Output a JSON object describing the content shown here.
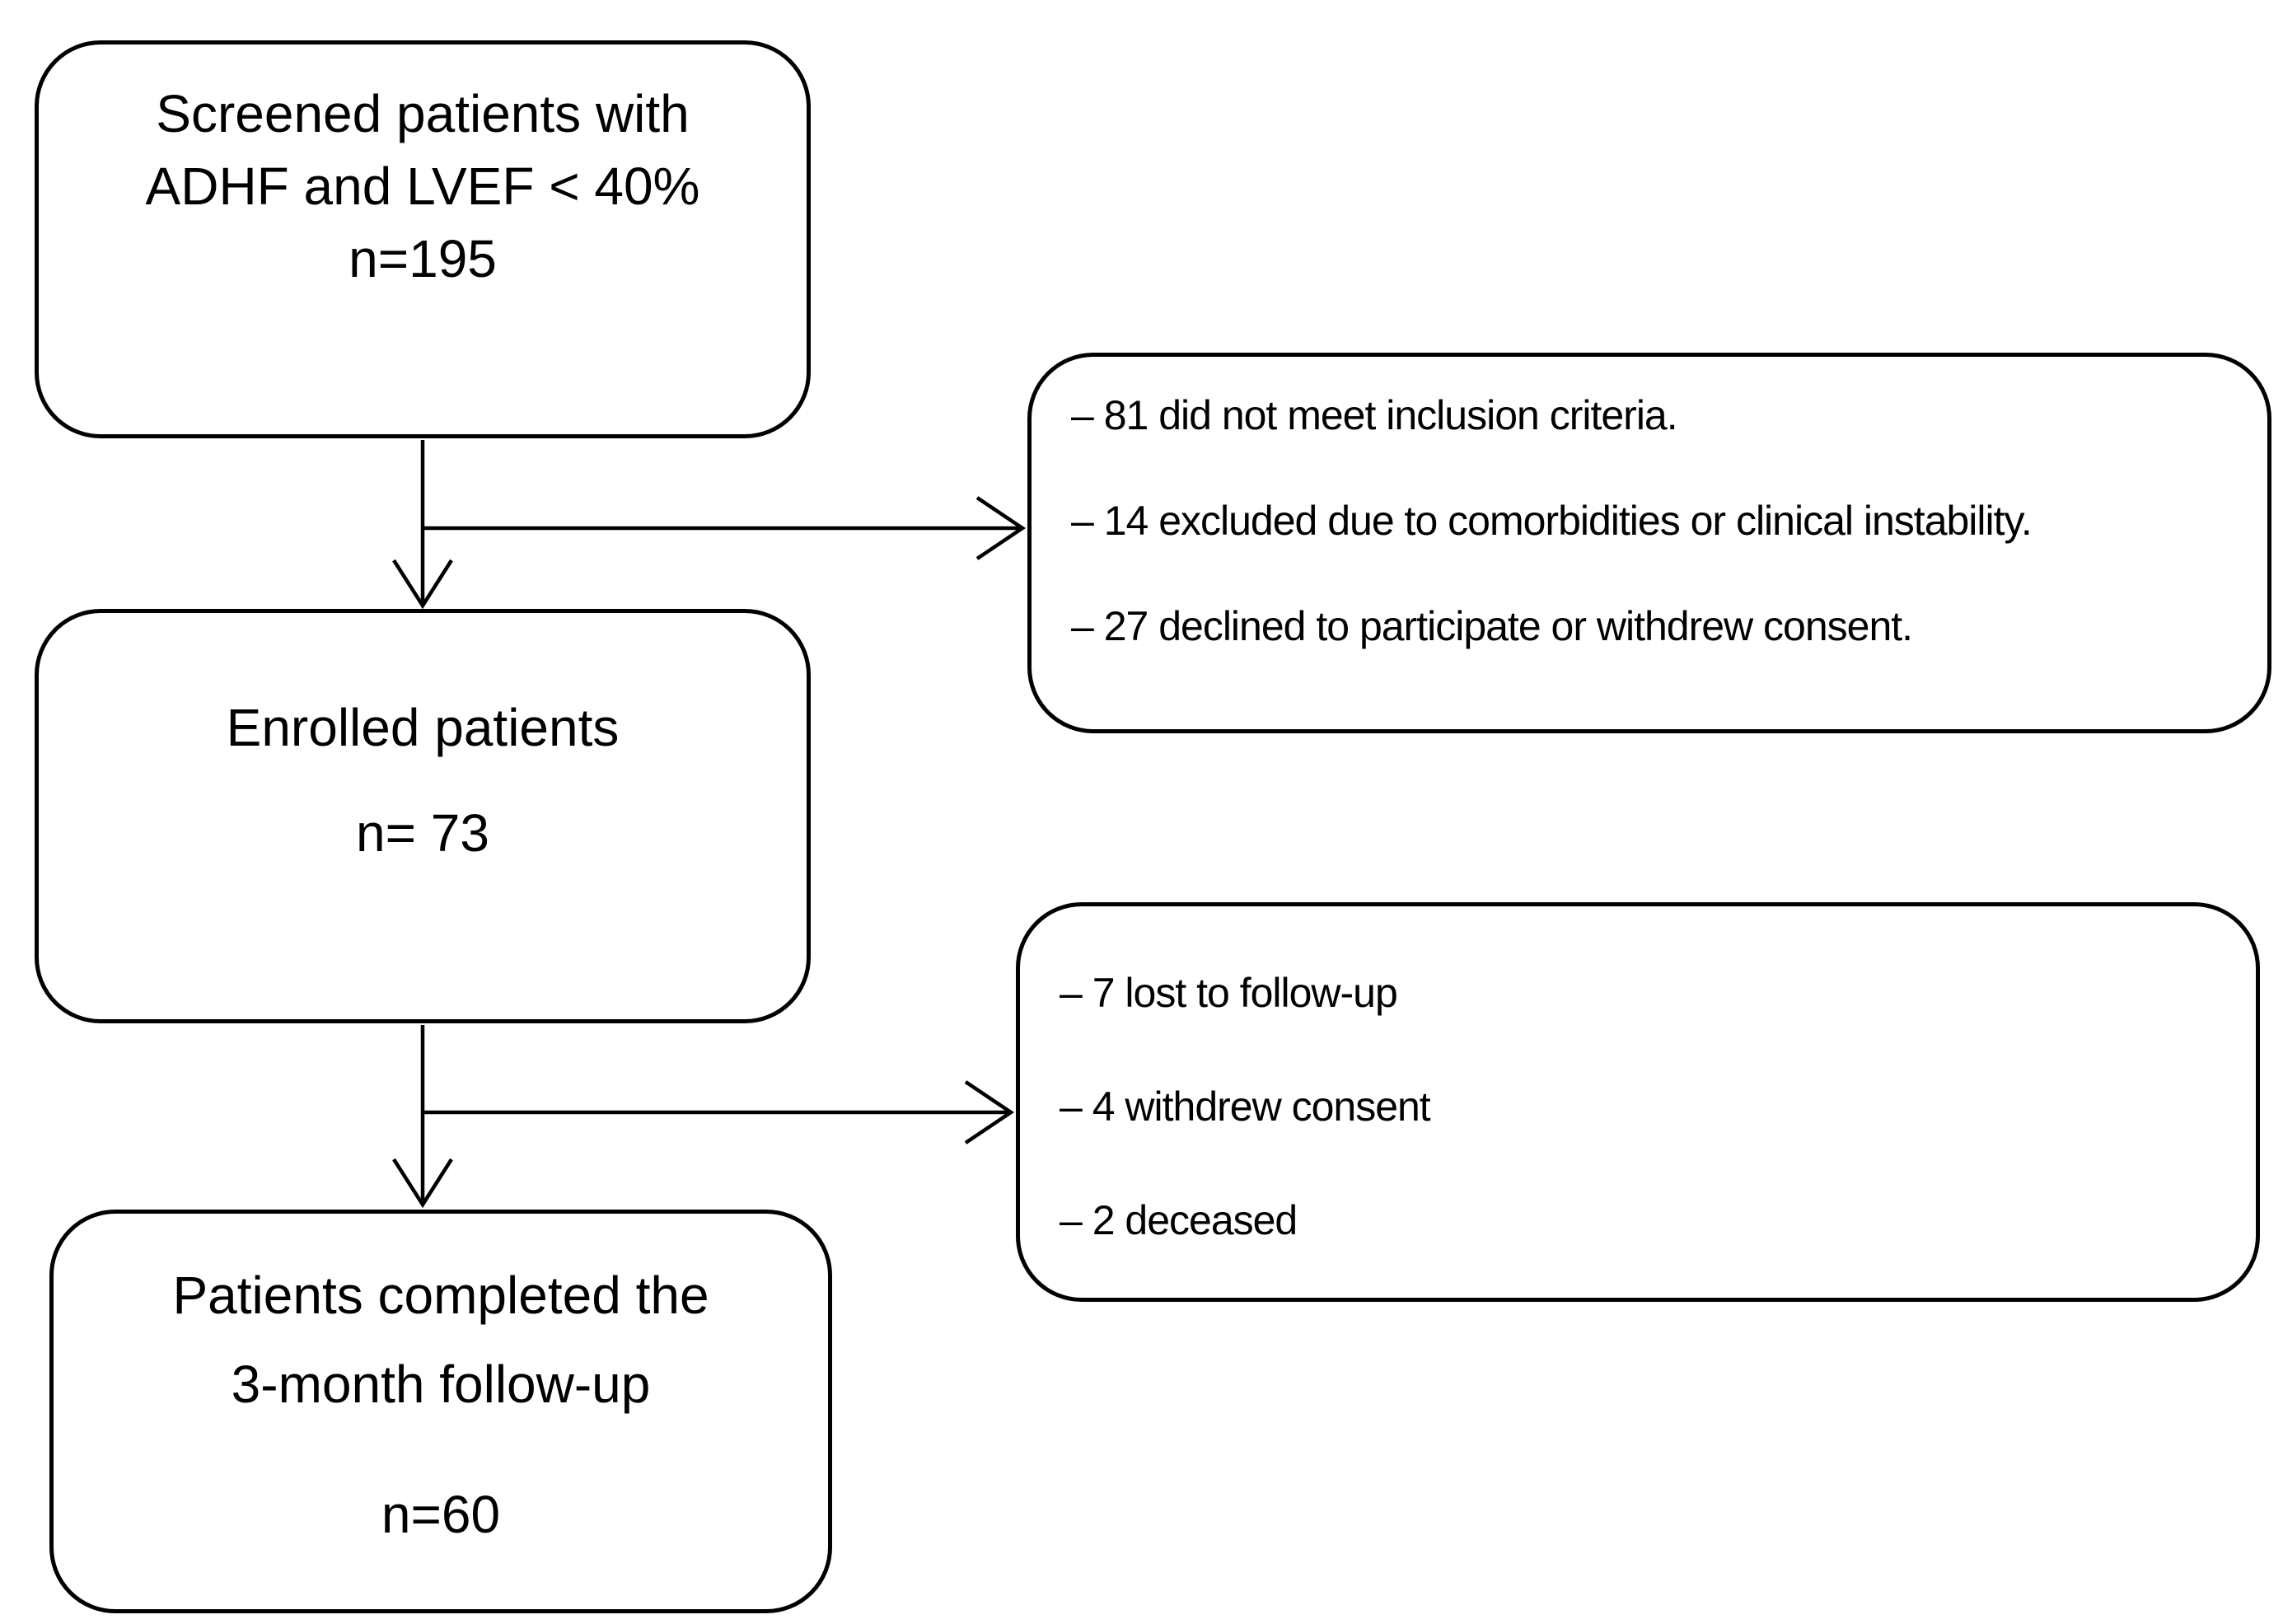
{
  "diagram": {
    "background_color": "#ffffff",
    "stroke_color": "#000000",
    "text_color": "#000000",
    "boxes": {
      "screened": {
        "lines": [
          "Screened patients with",
          "ADHF and LVEF < 40%",
          "n=195"
        ]
      },
      "enrolled": {
        "title": "Enrolled patients",
        "count": "n= 73"
      },
      "completed": {
        "lines": [
          "Patients completed the",
          "3-month follow-up",
          "n=60"
        ]
      },
      "exclusions_screening": {
        "items": [
          "– 81 did not meet inclusion criteria.",
          "– 14 excluded due to comorbidities or clinical instability.",
          "– 27 declined to participate or withdrew consent."
        ]
      },
      "exclusions_followup": {
        "items": [
          "– 7 lost to follow-up",
          "– 4 withdrew consent",
          "– 2 deceased"
        ]
      }
    }
  }
}
